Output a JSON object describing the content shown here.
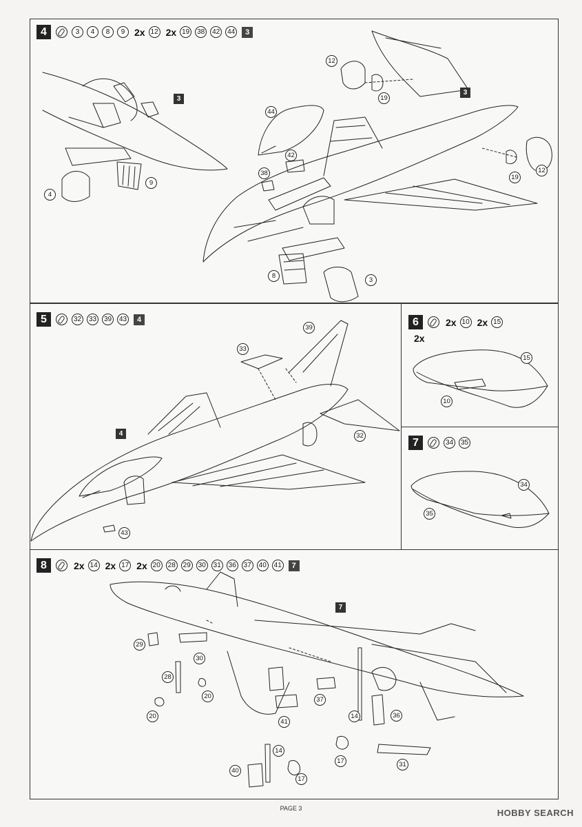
{
  "step4": {
    "number": "4",
    "parts": [
      "3",
      "4",
      "8",
      "9"
    ],
    "m1": "2x",
    "m1parts": [
      "12"
    ],
    "m2": "2x",
    "m2parts": [
      "19",
      "38",
      "42",
      "44"
    ],
    "ref": "3"
  },
  "step5": {
    "number": "5",
    "parts": [
      "32",
      "33",
      "39",
      "43"
    ],
    "ref": "4"
  },
  "step6": {
    "number": "6",
    "m1": "2x",
    "p1": "10",
    "m2": "2x",
    "p2": "15",
    "sub": "2x"
  },
  "step7": {
    "number": "7",
    "parts": [
      "34",
      "35"
    ]
  },
  "step8": {
    "number": "8",
    "m1": "2x",
    "p1": "14",
    "m2": "2x",
    "p2": "17",
    "m3": "2x",
    "m3parts": [
      "20",
      "28",
      "29",
      "30",
      "31",
      "36",
      "37",
      "40",
      "41"
    ],
    "ref": "7"
  },
  "callouts4": [
    "12",
    "19",
    "44",
    "42",
    "38",
    "4",
    "9",
    "8",
    "3",
    "12",
    "19"
  ],
  "refs4": [
    "3",
    "3"
  ],
  "callouts5": [
    "39",
    "33",
    "32",
    "43"
  ],
  "refs5": [
    "4"
  ],
  "callouts6": [
    "15",
    "10"
  ],
  "callouts7": [
    "34",
    "35"
  ],
  "callouts8": [
    "29",
    "30",
    "28",
    "20",
    "20",
    "37",
    "41",
    "14",
    "36",
    "17",
    "14",
    "40",
    "17",
    "31"
  ],
  "refs8": [
    "7"
  ],
  "footer": "PAGE 3",
  "brand": "HOBBY SEARCH"
}
